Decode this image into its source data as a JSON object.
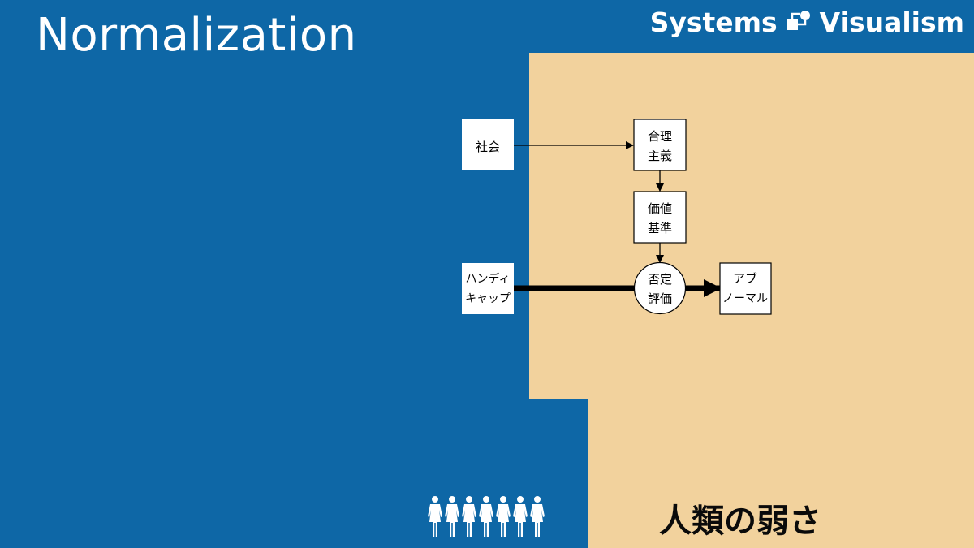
{
  "header": {
    "title": "Normalization",
    "brand_left": "Systems",
    "brand_right": "Visualism"
  },
  "diagram": {
    "nodes": {
      "society": {
        "lines": [
          "社会"
        ]
      },
      "rationalism": {
        "lines": [
          "合理",
          "主義"
        ]
      },
      "values": {
        "lines": [
          "価値",
          "基準"
        ]
      },
      "negative_eval": {
        "lines": [
          "否定",
          "評価"
        ]
      },
      "handicap": {
        "lines": [
          "ハンディ",
          "キャップ"
        ]
      },
      "abnormal": {
        "lines": [
          "アブ",
          "ノーマル"
        ]
      }
    },
    "edges": [
      {
        "from": "society",
        "to": "rationalism",
        "weight": "thin"
      },
      {
        "from": "rationalism",
        "to": "values",
        "weight": "thin"
      },
      {
        "from": "values",
        "to": "negative_eval",
        "weight": "thin"
      },
      {
        "from": "handicap",
        "to": "negative_eval",
        "weight": "thick"
      },
      {
        "from": "negative_eval",
        "to": "abnormal",
        "weight": "thick"
      }
    ]
  },
  "footer": {
    "label": "人類の弱さ",
    "people_icon": "people-group-icon",
    "people_count": 7
  },
  "colors": {
    "background_blue": "#0e67a6",
    "region_beige": "#f2d29d",
    "white": "#ffffff",
    "black": "#000000"
  }
}
